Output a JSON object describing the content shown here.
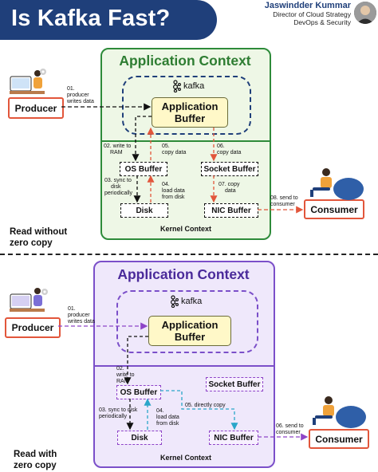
{
  "header": {
    "title": "Is Kafka Fast?",
    "author_name": "Jaswindder Kummar",
    "author_role_line1": "Director of Cloud Strategy",
    "author_role_line2": "DevOps & Security"
  },
  "top": {
    "app_context": "Application Context",
    "kernel_context": "Kernel Context",
    "kafka_logo_text": "kafka",
    "app_buffer_line1": "Application",
    "app_buffer_line2": "Buffer",
    "producer": "Producer",
    "consumer": "Consumer",
    "os_buffer": "OS Buffer",
    "socket_buffer": "Socket Buffer",
    "disk": "Disk",
    "nic_buffer": "NIC Buffer",
    "step01_l1": "01.",
    "step01_l2": "producer",
    "step01_l3": "writes data",
    "step02_l1": "02. write to",
    "step02_l2": "RAM",
    "step03_l1": "03. sync to",
    "step03_l2": "disk",
    "step03_l3": "periodically",
    "step04_l1": "04.",
    "step04_l2": "load data",
    "step04_l3": "from disk",
    "step05_l1": "05.",
    "step05_l2": "copy data",
    "step06_l1": "06.",
    "step06_l2": "copy data",
    "step07_l1": "07. copy",
    "step07_l2": "data",
    "step08_l1": "08. send to",
    "step08_l2": "consumer",
    "side_note_l1": "Read without",
    "side_note_l2": "zero copy",
    "colors": {
      "frame": "#2e8b3a",
      "fill": "#eef7e6",
      "arrow_black": "#111111",
      "arrow_red": "#e2563b"
    }
  },
  "bottom": {
    "app_context": "Application Context",
    "kernel_context": "Kernel Context",
    "kafka_logo_text": "kafka",
    "app_buffer_line1": "Application",
    "app_buffer_line2": "Buffer",
    "producer": "Producer",
    "consumer": "Consumer",
    "os_buffer": "OS Buffer",
    "socket_buffer": "Socket Buffer",
    "disk": "Disk",
    "nic_buffer": "NIC Buffer",
    "step01_l1": "01.",
    "step01_l2": "producer",
    "step01_l3": "writes data",
    "step02_l1": "02.",
    "step02_l2": "write to",
    "step02_l3": "RAM",
    "step03_l1": "03. sync to disk",
    "step03_l2": "periodically",
    "step04_l1": "04.",
    "step04_l2": "load data",
    "step04_l3": "from disk",
    "step05_l1": "05. directly copy",
    "step06_l1": "06. send to",
    "step06_l2": "consumer",
    "side_note_l1": "Read with",
    "side_note_l2": "zero copy",
    "colors": {
      "frame": "#7b4fc9",
      "fill": "#efe8fb",
      "arrow_purple": "#8e44c8",
      "arrow_teal": "#2aa6c9"
    }
  }
}
